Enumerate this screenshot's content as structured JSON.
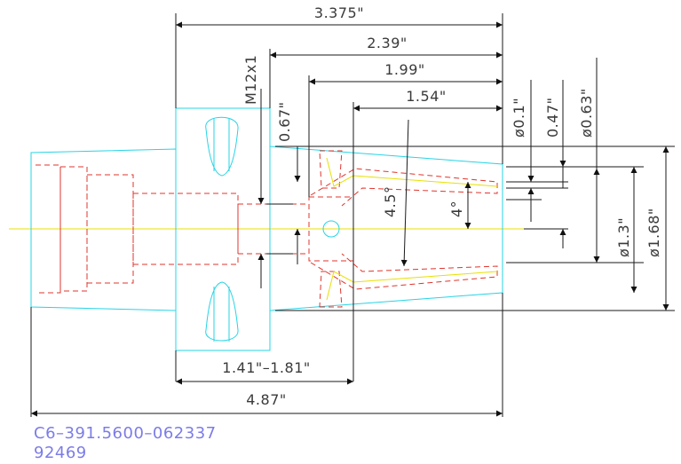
{
  "dimensions": {
    "overall_top": "3.375\"",
    "d_239": "2.39\"",
    "d_199": "1.99\"",
    "d_154": "1.54\"",
    "thread": "M12x1",
    "d_067": "0.67\"",
    "dia_01": "ø0.1\"",
    "d_047": "0.47\"",
    "dia_063": "ø0.63\"",
    "angle_45": "4.5°",
    "angle_4": "4°",
    "dia_13": "ø1.3\"",
    "dia_168": "ø1.68\"",
    "range": "1.41\"–1.81\"",
    "overall_bottom": "4.87\""
  },
  "part": {
    "code": "C6–391.5600–062337",
    "number": "92469"
  }
}
